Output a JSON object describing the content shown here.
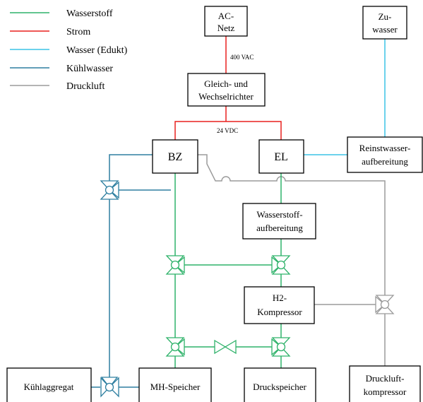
{
  "legend": [
    {
      "label": "Wasserstoff",
      "color": "#2fb26a"
    },
    {
      "label": "Strom",
      "color": "#e8211f"
    },
    {
      "label": "Wasser (Edukt)",
      "color": "#3cc3e6"
    },
    {
      "label": "Kühlwasser",
      "color": "#2e7fa0"
    },
    {
      "label": "Druckluft",
      "color": "#9b9b9b"
    }
  ],
  "blocks": {
    "ac_netz": [
      "AC-",
      "Netz"
    ],
    "zuwasser": [
      "Zu-",
      "wasser"
    ],
    "inverter": [
      "Gleich- und",
      "Wechselrichter"
    ],
    "bz": [
      "BZ"
    ],
    "el": [
      "EL"
    ],
    "reinstwasser": [
      "Reinstwasser-",
      "aufbereitung"
    ],
    "h2_aufbereitung": [
      "Wasserstoff-",
      "aufbereitung"
    ],
    "h2_kompressor": [
      "H2-",
      "Kompressor"
    ],
    "kuehlaggregat": [
      "Kühlaggregat"
    ],
    "mh_speicher": [
      "MH-Speicher"
    ],
    "druckspeicher": [
      "Druckspeicher"
    ],
    "druckluftkompressor": [
      "Druckluft-",
      "kompressor"
    ]
  },
  "annotations": {
    "ac_voltage": "400 VAC",
    "dc_voltage": "24 VDC"
  }
}
